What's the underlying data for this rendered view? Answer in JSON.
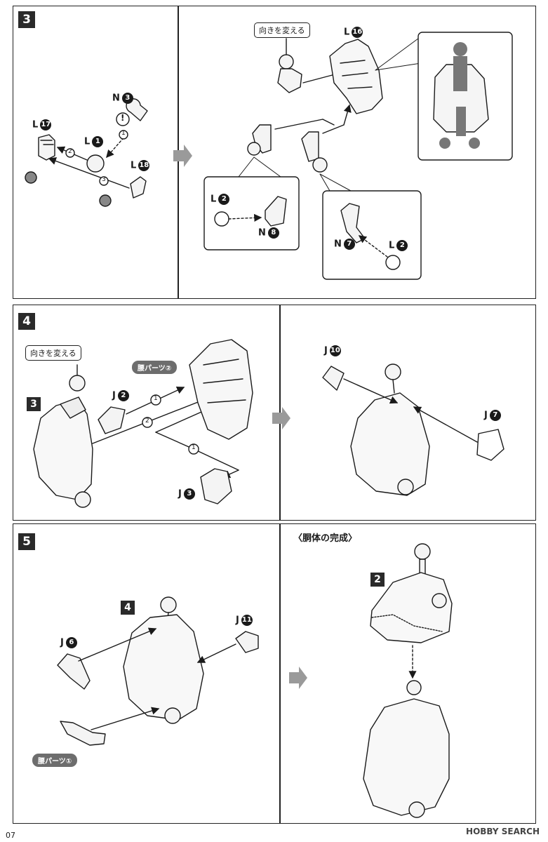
{
  "page": {
    "number": "07",
    "watermark": "HOBBY SEARCH"
  },
  "step3": {
    "badge": "3",
    "callout": "向きを変える",
    "parts": {
      "n3": {
        "letter": "N",
        "num": "3"
      },
      "l17": {
        "letter": "L",
        "num": "17"
      },
      "l1": {
        "letter": "L",
        "num": "1"
      },
      "l18": {
        "letter": "L",
        "num": "18"
      },
      "l16": {
        "letter": "L",
        "num": "16"
      },
      "l2a": {
        "letter": "L",
        "num": "2"
      },
      "n8": {
        "letter": "N",
        "num": "8"
      },
      "n7": {
        "letter": "N",
        "num": "7"
      },
      "l2b": {
        "letter": "L",
        "num": "2"
      }
    },
    "order": [
      "1",
      "2",
      "3"
    ],
    "caution": "!"
  },
  "step4": {
    "badge": "4",
    "callout": "向きを変える",
    "pill": "腰パーツ②",
    "sub_badge": "3",
    "parts": {
      "j2": {
        "letter": "J",
        "num": "2"
      },
      "j3": {
        "letter": "J",
        "num": "3"
      },
      "j10": {
        "letter": "J",
        "num": "10"
      },
      "j7": {
        "letter": "J",
        "num": "7"
      }
    },
    "order": [
      "1",
      "2",
      "1"
    ]
  },
  "step5": {
    "badge": "5",
    "sub_badge": "4",
    "pill": "腰パーツ①",
    "heading": "〈胴体の完成〉",
    "complete_badge": "2",
    "parts": {
      "j6": {
        "letter": "J",
        "num": "6"
      },
      "j11": {
        "letter": "J",
        "num": "11"
      }
    }
  }
}
